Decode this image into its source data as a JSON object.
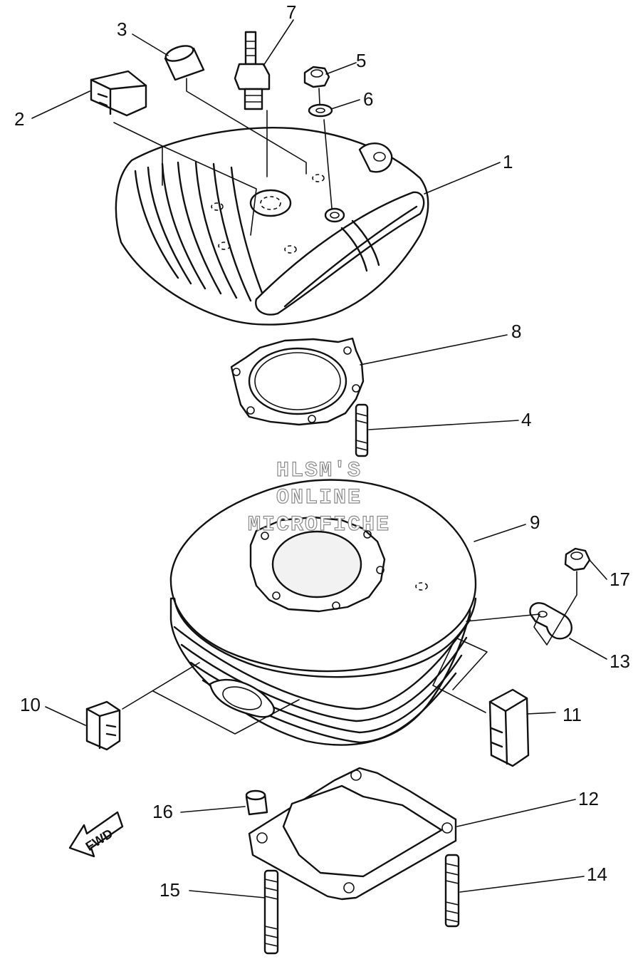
{
  "labels": {
    "p1": "1",
    "p2": "2",
    "p3": "3",
    "p4": "4",
    "p5": "5",
    "p6": "6",
    "p7": "7",
    "p8": "8",
    "p9": "9",
    "p10": "10",
    "p11": "11",
    "p12": "12",
    "p13": "13",
    "p14": "14",
    "p15": "15",
    "p16": "16",
    "p17": "17"
  },
  "watermark": {
    "line1": "HLSM'S",
    "line2": "ONLINE",
    "line3": "MICROFICHE"
  },
  "direction_marker": "FWD"
}
